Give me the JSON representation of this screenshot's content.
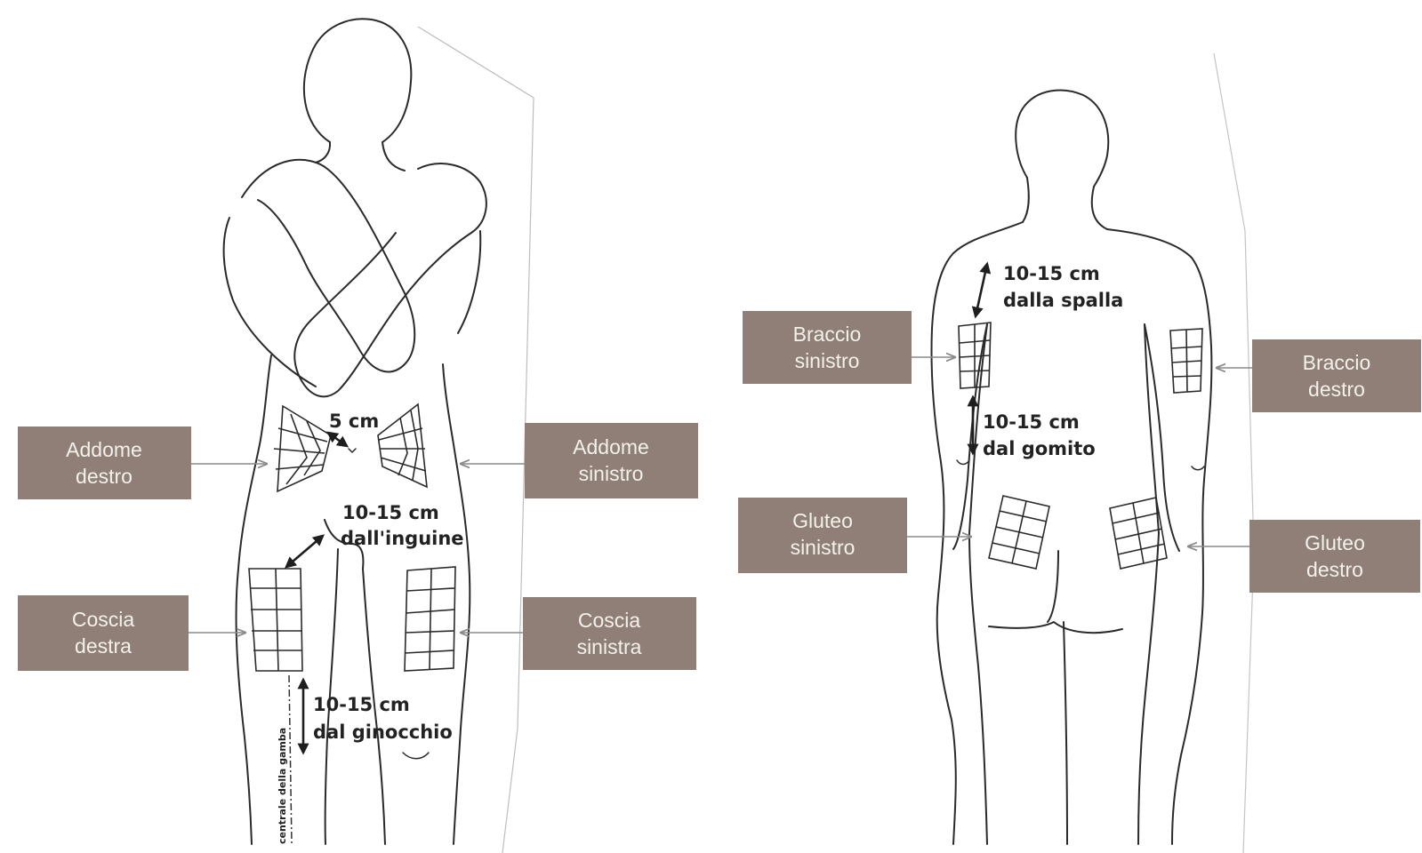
{
  "label_fill": "#8f7f76",
  "labels": {
    "addome_destro": [
      "Addome",
      "destro"
    ],
    "addome_sinistro": [
      "Addome",
      "sinistro"
    ],
    "coscia_destra": [
      "Coscia",
      "destra"
    ],
    "coscia_sinistra": [
      "Coscia",
      "sinistra"
    ],
    "braccio_sinistro": [
      "Braccio",
      "sinistro"
    ],
    "braccio_destro": [
      "Braccio",
      "destro"
    ],
    "gluteo_sinistro": [
      "Gluteo",
      "sinistro"
    ],
    "gluteo_destro": [
      "Gluteo",
      "destro"
    ]
  },
  "annotations": {
    "navel": "5 cm",
    "groin": [
      "10-15 cm",
      "dall'inguine"
    ],
    "knee": [
      "10-15 cm",
      "dal ginocchio"
    ],
    "shoulder": [
      "10-15 cm",
      "dalla spalla"
    ],
    "elbow": [
      "10-15 cm",
      "dal gomito"
    ],
    "leg_center": "centrale della gamba"
  }
}
